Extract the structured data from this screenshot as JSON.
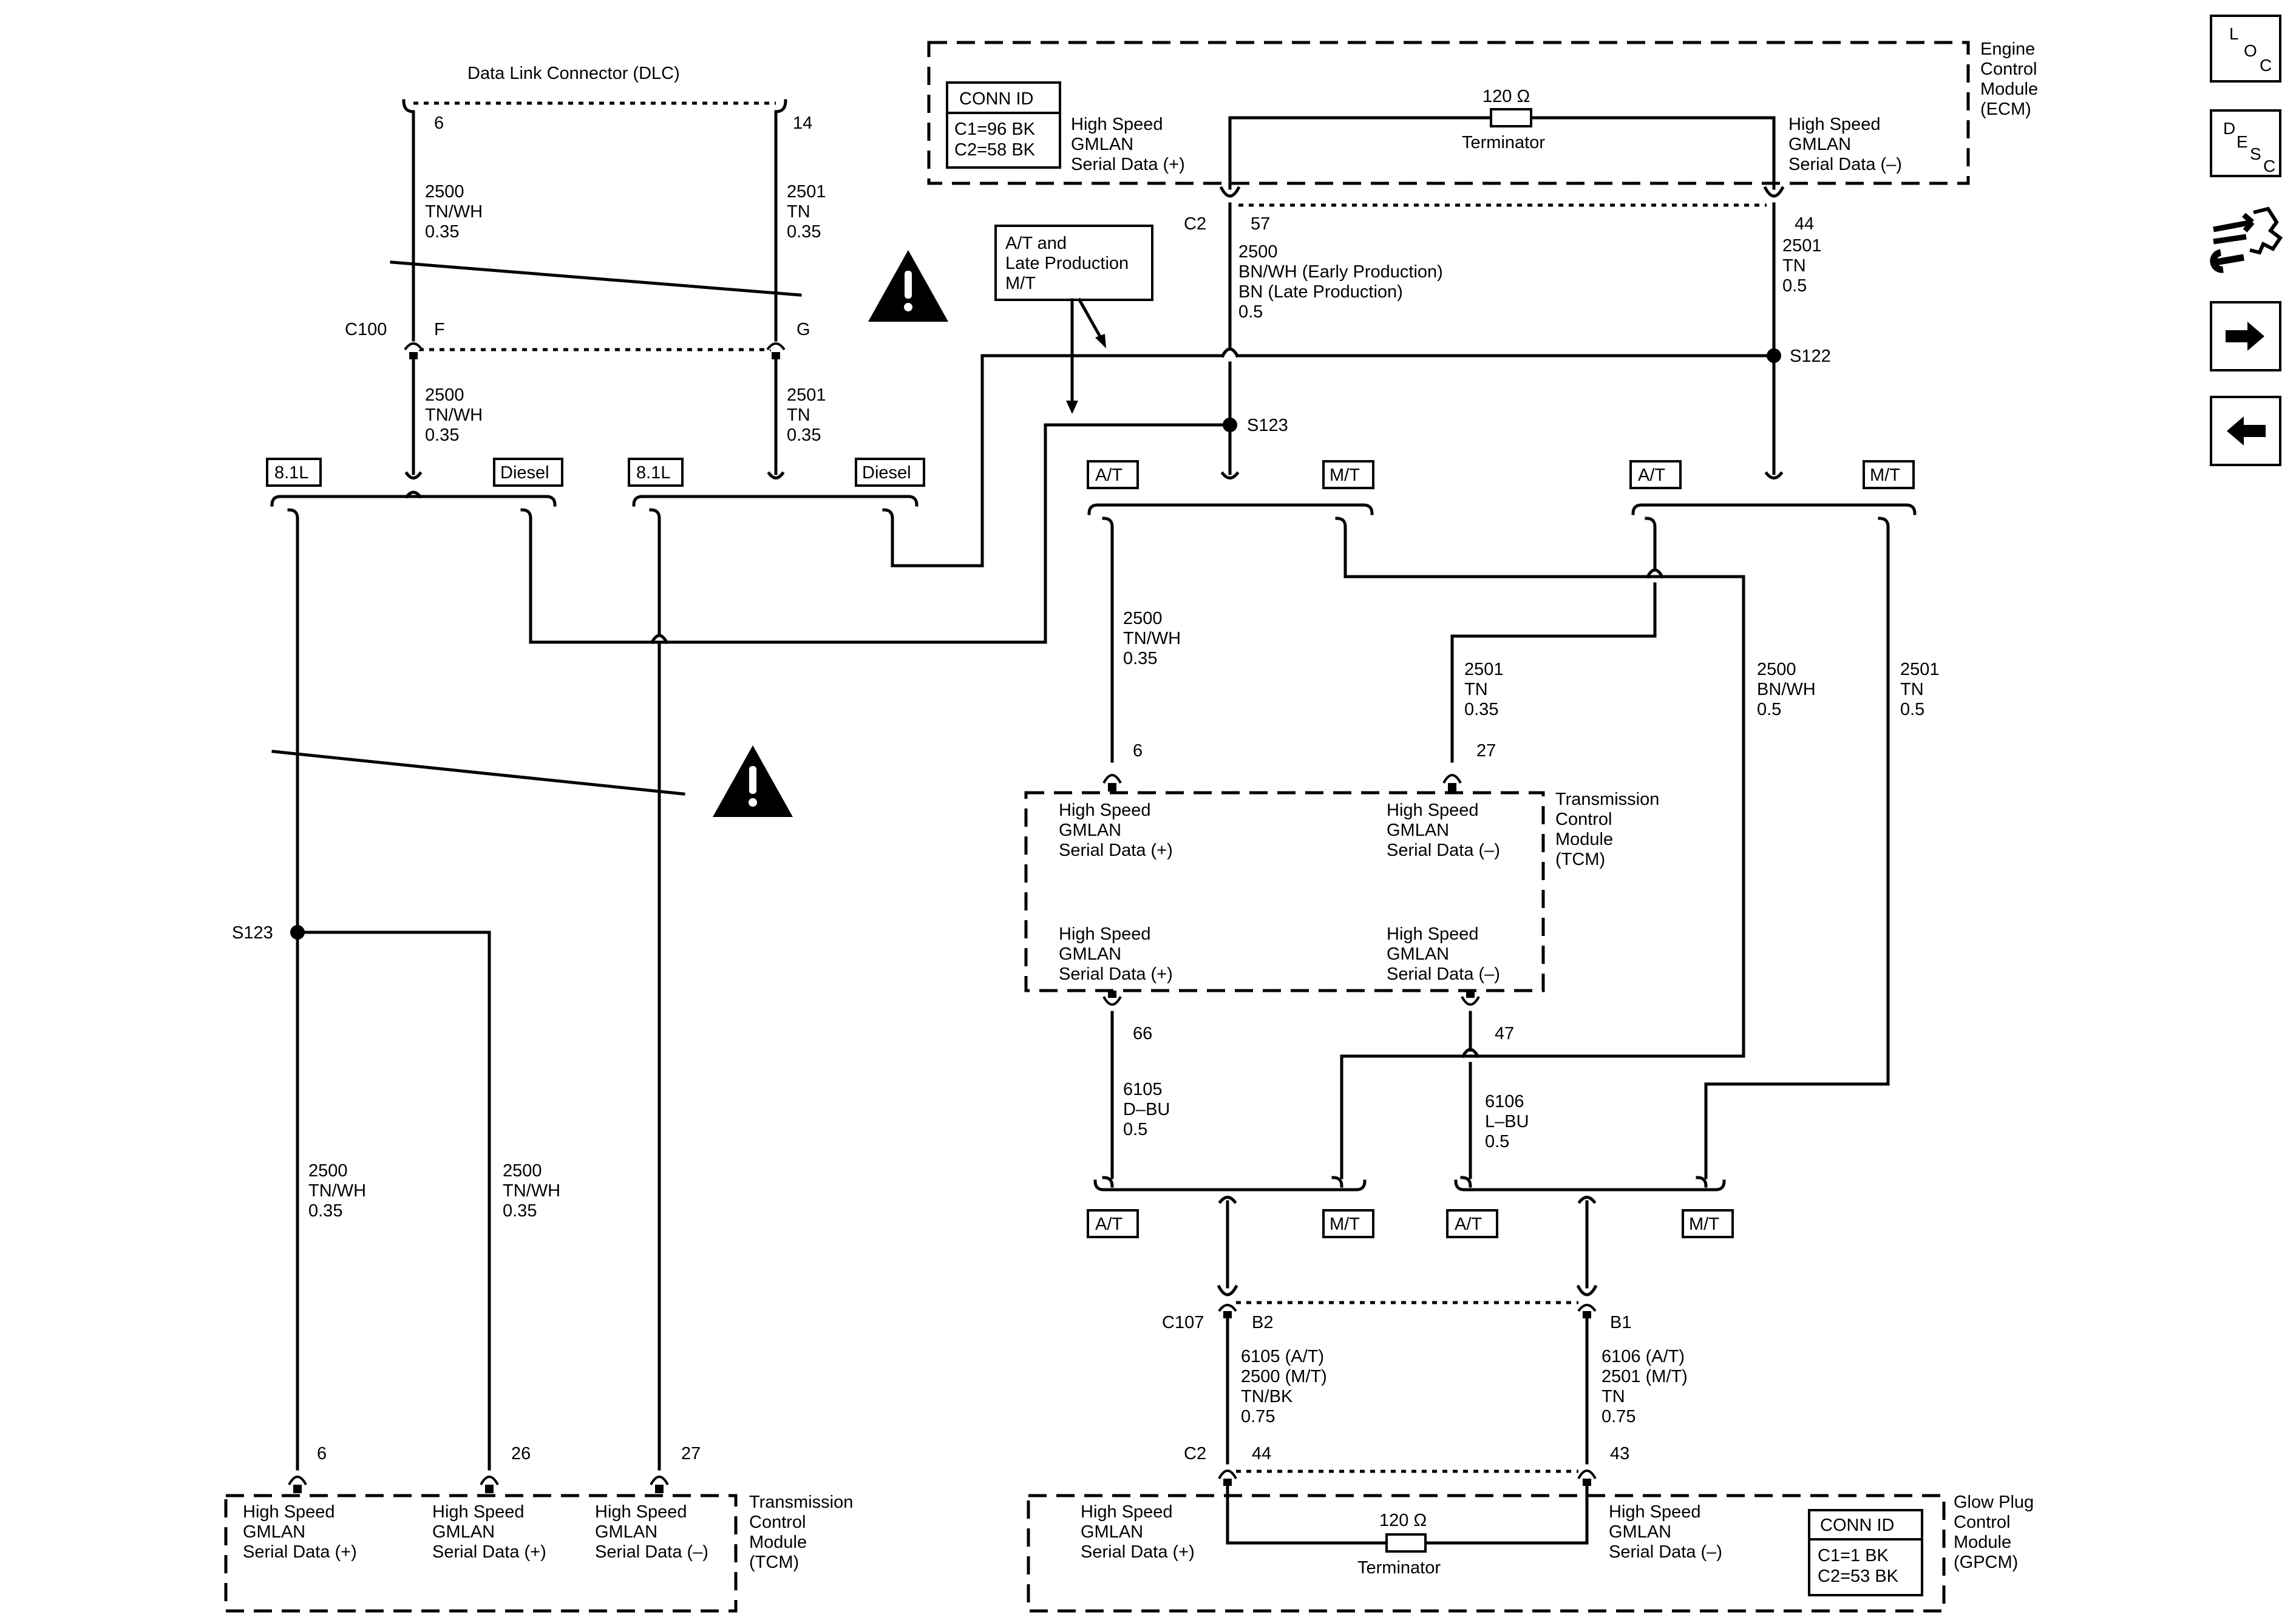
{
  "dlc": {
    "title": "Data Link Connector (DLC)",
    "pin6": "6",
    "pin14": "14"
  },
  "c100": {
    "label": "C100",
    "pinF": "F",
    "pinG": "G"
  },
  "wires": {
    "w2500_tnwh_035": [
      "2500",
      "TN/WH",
      "0.35"
    ],
    "w2501_tn_035": [
      "2501",
      "TN",
      "0.35"
    ],
    "w2500_ecm": [
      "2500",
      "BN/WH (Early Production)",
      "BN (Late Production)",
      "0.5"
    ],
    "w2501_tn_05": [
      "2501",
      "TN",
      "0.5"
    ],
    "w2500_bnwh_05": [
      "2500",
      "BN/WH",
      "0.5"
    ],
    "w6105": [
      "6105",
      "D–BU",
      "0.5"
    ],
    "w6106": [
      "6106",
      "L–BU",
      "0.5"
    ],
    "w_gpcm_left": [
      "6105 (A/T)",
      "2500 (M/T)",
      "TN/BK",
      "0.75"
    ],
    "w_gpcm_right": [
      "6106 (A/T)",
      "2501 (M/T)",
      "TN",
      "0.75"
    ]
  },
  "options": {
    "l81": "8.1L",
    "diesel": "Diesel",
    "at": "A/T",
    "mt": "M/T"
  },
  "note_box": [
    "A/T and",
    "Late Production",
    "M/T"
  ],
  "splices": {
    "s122": "S122",
    "s123": "S123"
  },
  "ecm": {
    "name": [
      "Engine",
      "Control",
      "Module",
      "(ECM)"
    ],
    "conn_id": [
      "CONN ID",
      "C1=96 BK",
      "C2=58 BK"
    ],
    "hs_pos": [
      "High Speed",
      "GMLAN",
      "Serial Data (+)"
    ],
    "hs_neg": [
      "High Speed",
      "GMLAN",
      "Serial Data (–)"
    ],
    "terminator": "Terminator",
    "ohms": "120 Ω",
    "connector": "C2",
    "pin57": "57",
    "pin44": "44"
  },
  "tcm_right": {
    "name": [
      "Transmission",
      "Control",
      "Module",
      "(TCM)"
    ],
    "hs_pos": [
      "High Speed",
      "GMLAN",
      "Serial Data (+)"
    ],
    "hs_neg": [
      "High Speed",
      "GMLAN",
      "Serial Data (–)"
    ],
    "pin6": "6",
    "pin27": "27",
    "pin66": "66",
    "pin47": "47"
  },
  "tcm_left": {
    "name": [
      "Transmission",
      "Control",
      "Module",
      "(TCM)"
    ],
    "hs_pos": [
      "High Speed",
      "GMLAN",
      "Serial Data (+)"
    ],
    "hs_neg": [
      "High Speed",
      "GMLAN",
      "Serial Data (–)"
    ],
    "pin6": "6",
    "pin26": "26",
    "pin27": "27"
  },
  "c107": {
    "label": "C107",
    "pinB2": "B2",
    "pinB1": "B1"
  },
  "gpcm": {
    "name": [
      "Glow Plug",
      "Control",
      "Module",
      "(GPCM)"
    ],
    "conn_id": [
      "CONN ID",
      "C1=1 BK",
      "C2=53 BK"
    ],
    "hs_pos": [
      "High Speed",
      "GMLAN",
      "Serial Data (+)"
    ],
    "hs_neg": [
      "High Speed",
      "GMLAN",
      "Serial Data (–)"
    ],
    "terminator": "Terminator",
    "ohms": "120 Ω",
    "connector": "C2",
    "pin44": "44",
    "pin43": "43"
  },
  "nav": {
    "loc": [
      "L",
      "O",
      "C"
    ],
    "desc": [
      "D",
      "E",
      "S",
      "C"
    ]
  },
  "icons": [
    "warning-icon",
    "connector-wrench-icon",
    "arrow-right-icon",
    "arrow-left-icon"
  ]
}
